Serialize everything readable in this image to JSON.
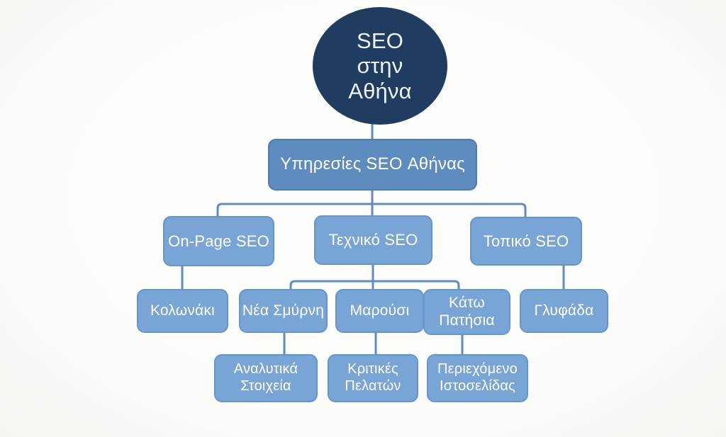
{
  "title": "SEO flowchart - Athens",
  "palette": {
    "bg": "#fdfdfb",
    "root-fill": "#203c60",
    "root-text": "#eef3f9",
    "primary-fill": "#5e8cbe",
    "primary-border": "#4d7cae",
    "node-fill": "#79a5d6",
    "node-border": "#6396c9",
    "line": "#5e8cc0",
    "text": "#ffffff"
  },
  "nodes": {
    "root": {
      "label": "SEO\nστην\nΑθήνα"
    },
    "services": {
      "label": "Υπηρεσίες SEO Αθήνας"
    },
    "onpage": {
      "label": "On-Page SEO"
    },
    "technical": {
      "label": "Τεχνικό SEO"
    },
    "local": {
      "label": "Τοπικό SEO"
    },
    "kolonaki": {
      "label": "Κολωνάκι"
    },
    "nea_smyrni": {
      "label": "Νέα Σμύρνη"
    },
    "marousi": {
      "label": "Μαρούσι"
    },
    "kato_patisia": {
      "label": "Κάτω\nΠατήσια"
    },
    "glyfada": {
      "label": "Γλυφάδα"
    },
    "analytika": {
      "label": "Αναλυτικά\nΣτοιχεία"
    },
    "kritikes": {
      "label": "Κριτικές\nΠελατών"
    },
    "periexomeno": {
      "label": "Περιεχόμενο\nΙστοσελίδας"
    }
  },
  "edges": [
    {
      "from": "root",
      "to": "services"
    },
    {
      "from": "services",
      "to": "onpage"
    },
    {
      "from": "services",
      "to": "technical"
    },
    {
      "from": "services",
      "to": "local"
    },
    {
      "from": "onpage",
      "to": "kolonaki"
    },
    {
      "from": "technical",
      "to": "nea_smyrni"
    },
    {
      "from": "technical",
      "to": "marousi"
    },
    {
      "from": "technical",
      "to": "kato_patisia"
    },
    {
      "from": "local",
      "to": "glyfada"
    },
    {
      "from": "nea_smyrni",
      "to": "analytika"
    },
    {
      "from": "marousi",
      "to": "kritikes"
    },
    {
      "from": "kato_patisia",
      "to": "periexomeno"
    }
  ]
}
